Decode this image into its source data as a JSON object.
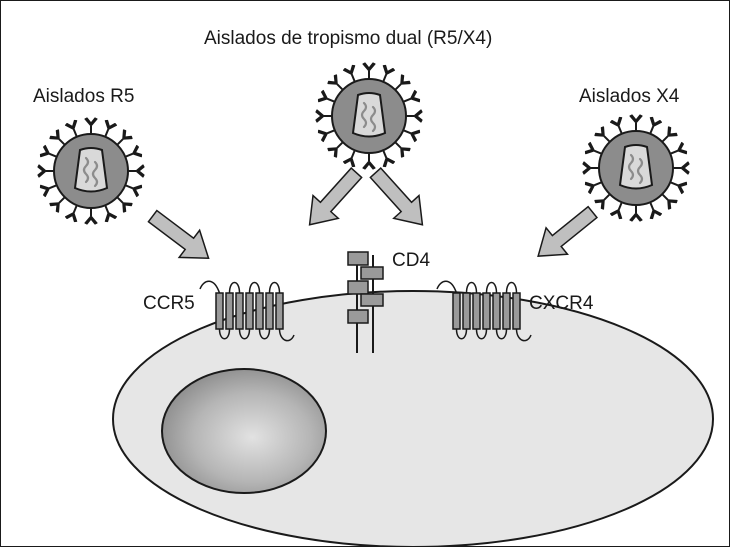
{
  "labels": {
    "dual_title": "Aislados de tropismo dual (R5/X4)",
    "r5": "Aislados R5",
    "x4": "Aislados X4",
    "cd4": "CD4",
    "ccr5": "CCR5",
    "cxcr4": "CXCR4"
  },
  "colors": {
    "outline": "#1a1a1a",
    "virus_body": "#8c8c8c",
    "virus_core": "#d9d9d9",
    "cell": "#e6e6e6",
    "nucleus": "#a6a6a6",
    "arrow": "#bfbfbf",
    "receptor": "#9a9a9a"
  }
}
